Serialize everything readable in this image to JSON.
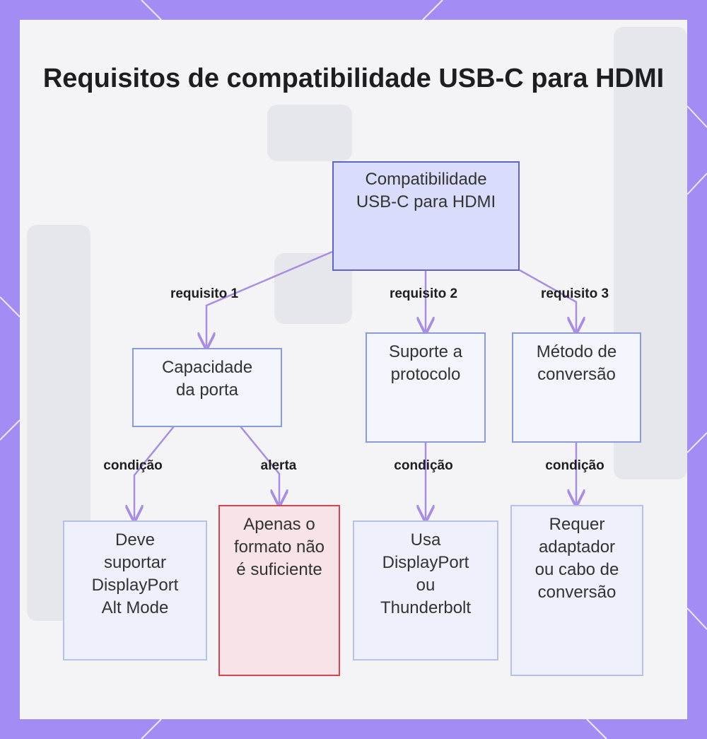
{
  "title": "Requisitos de compatibilidade USB-C para HDMI",
  "colors": {
    "frame": "#a48cf5",
    "panel": "#f4f4f7",
    "root_fill": "#d9dcfa",
    "root_border": "#5e63c4",
    "node_fill": "#f3f5fc",
    "node_border": "#8c9ad8",
    "alert_fill": "#f8e4e6",
    "alert_border": "#d14651",
    "connector": "#a98de0"
  },
  "nodes": {
    "root": "Compatibilidade USB-C para HDMI",
    "port_capacity": "Capacidade da porta",
    "protocol_support": "Suporte a protocolo",
    "conversion_method": "Método de conversão",
    "displayport_alt": "Deve suportar DisplayPort Alt Mode",
    "shape_not_enough": "Apenas o formato não é suficiente",
    "displayport_thunderbolt": "Usa DisplayPort ou Thunderbolt",
    "adapter_cable": "Requer adaptador ou cabo de conversão"
  },
  "edges": {
    "req1": "requisito 1",
    "req2": "requisito 2",
    "req3": "requisito 3",
    "cond1": "condição",
    "alert": "alerta",
    "cond2": "condição",
    "cond3": "condição"
  }
}
